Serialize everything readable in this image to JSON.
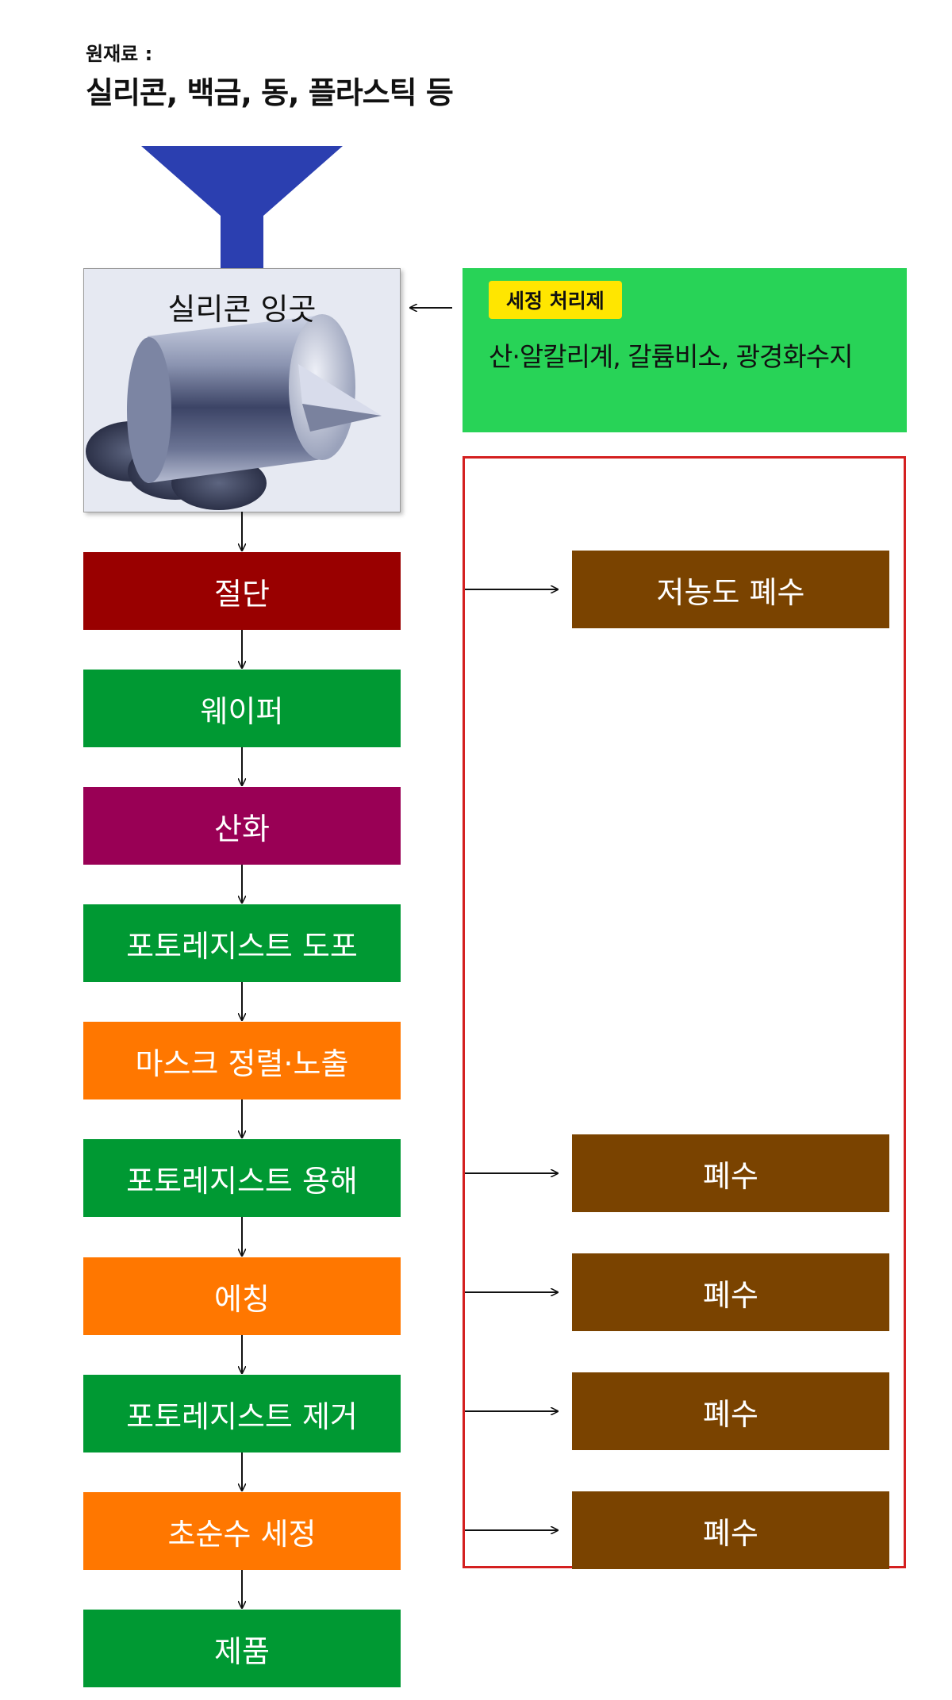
{
  "raw_materials": {
    "label": "원재료 :",
    "items": "실리콘, 백금, 동, 플라스틱 등"
  },
  "ingot": {
    "label": "실리콘 잉곳"
  },
  "cleaning_agent": {
    "badge": "세정 처리제",
    "text": "산·알칼리계, 갈륨비소, 광경화수지"
  },
  "steps": [
    {
      "label": "절단",
      "color": "#990000"
    },
    {
      "label": "웨이퍼",
      "color": "#009933"
    },
    {
      "label": "산화",
      "color": "#990055"
    },
    {
      "label": "포토레지스트 도포",
      "color": "#009933"
    },
    {
      "label": "마스크 정렬·노출",
      "color": "#ff7700"
    },
    {
      "label": "포토레지스트 용해",
      "color": "#009933"
    },
    {
      "label": "에칭",
      "color": "#ff7700"
    },
    {
      "label": "포토레지스트 제거",
      "color": "#009933"
    },
    {
      "label": "초순수 세정",
      "color": "#ff7700"
    },
    {
      "label": "제품",
      "color": "#009933"
    }
  ],
  "waste_outputs": [
    {
      "label": "저농도 폐수"
    },
    {
      "label": "폐수"
    },
    {
      "label": "폐수"
    },
    {
      "label": "폐수"
    },
    {
      "label": "폐수"
    }
  ],
  "colors": {
    "funnel": "#2b3fb0",
    "waste": "#7a4300",
    "cleaning_box": "#28d357",
    "badge": "#ffe600",
    "frame": "#d42020"
  }
}
